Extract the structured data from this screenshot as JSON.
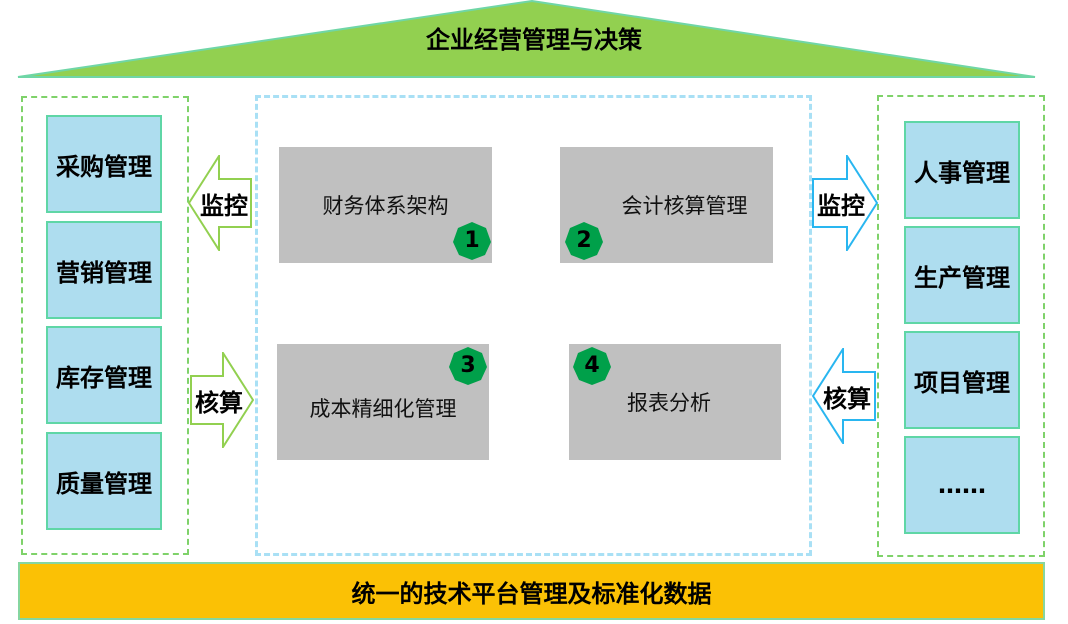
{
  "header": {
    "title": "企业经营管理与决策"
  },
  "left_modules": [
    "采购管理",
    "营销管理",
    "库存管理",
    "质量管理"
  ],
  "right_modules": [
    "人事管理",
    "生产管理",
    "项目管理",
    "……"
  ],
  "core_modules": [
    {
      "label": "财务体系架构",
      "number": "1"
    },
    {
      "label": "会计核算管理",
      "number": "2"
    },
    {
      "label": "成本精细化管理",
      "number": "3"
    },
    {
      "label": "报表分析",
      "number": "4"
    }
  ],
  "arrows": {
    "left_top": "监控",
    "left_bottom": "核算",
    "right_top": "监控",
    "right_bottom": "核算"
  },
  "footer": {
    "title": "统一的技术平台管理及标准化数据"
  },
  "colors": {
    "roof": "#92d050",
    "module_fill": "#aeddef",
    "core_fill": "#c0c0c0",
    "badge": "#00a04a",
    "base": "#fbc105"
  }
}
